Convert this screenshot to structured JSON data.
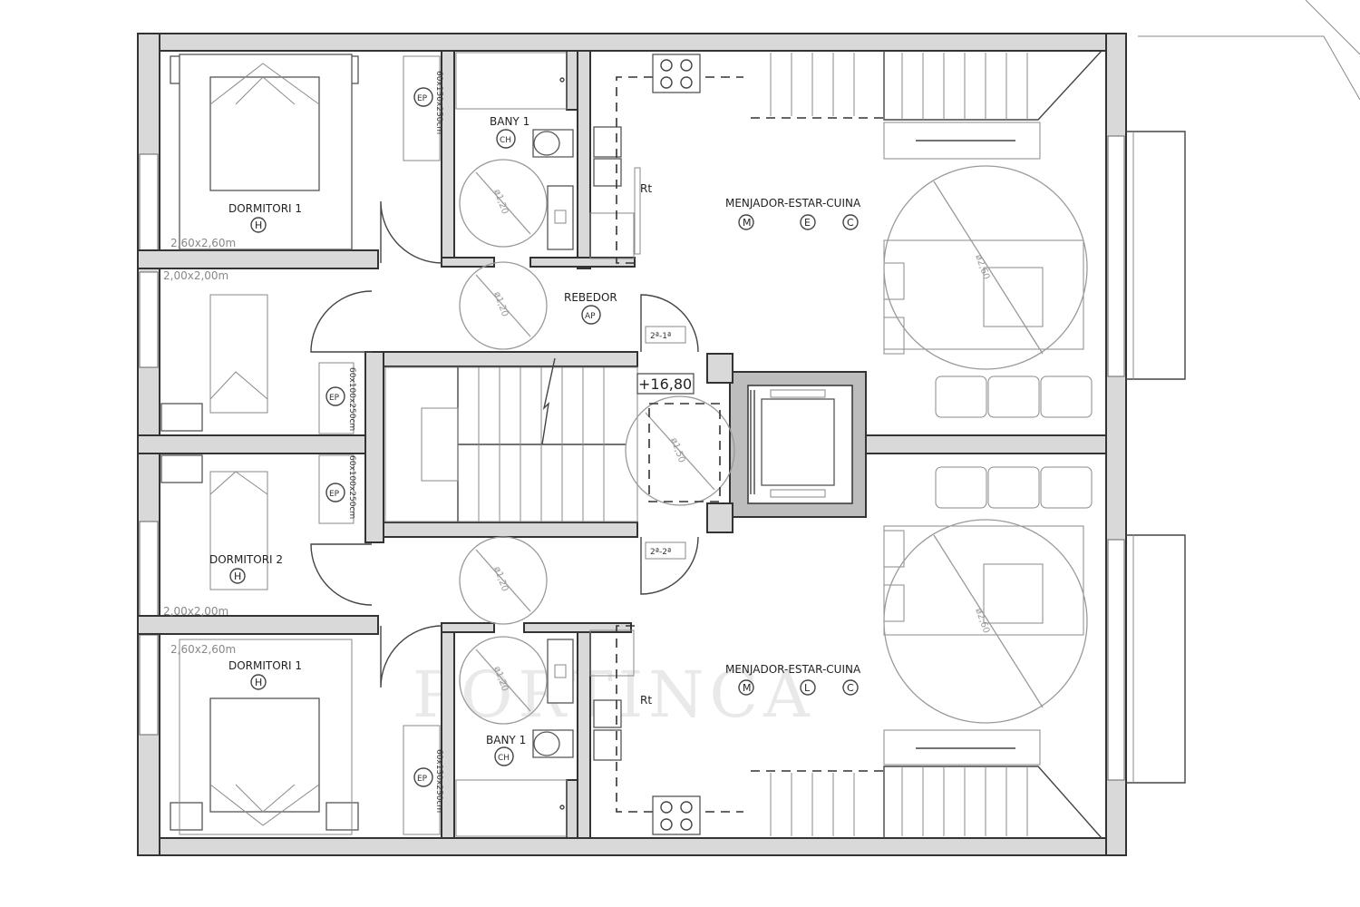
{
  "rooms": {
    "dormitori1_top": "DORMITORI 1",
    "dormitori1_top_code": "H",
    "dormitori1_top_size": "2,60x2,60m",
    "dormitori2_top_size": "2,00x2,00m",
    "dormitori2": "DORMITORI 2",
    "dormitori2_code": "H",
    "dormitori2_size": "2,00x2,00m",
    "dormitori1_bottom": "DORMITORI 1",
    "dormitori1_bottom_code": "H",
    "dormitori1_bottom_size": "2,60x2,60m",
    "bany_top": "BANY 1",
    "bany_top_code": "CH",
    "bany_bottom": "BANY 1",
    "bany_bottom_code": "CH",
    "rebedor": "REBEDOR",
    "rebedor_code": "AP",
    "living_top": "MENJADOR-ESTAR-CUINA",
    "living_top_codes": [
      "M",
      "E",
      "C"
    ],
    "living_bottom": "MENJADOR-ESTAR-CUINA",
    "living_bottom_codes": [
      "M",
      "L",
      "C"
    ]
  },
  "closets": {
    "code": "EP",
    "size_large": "60x150x250cm",
    "size_small": "60x100x250cm"
  },
  "markers": {
    "rt_top": "Rt",
    "rt_bottom": "Rt",
    "level": "+16,80",
    "door_top": "2ª-1ª",
    "door_bottom": "2ª-2ª"
  },
  "diameters": {
    "d120": "ø1,20",
    "d150": "ø1,50",
    "d260": "ø2,60"
  },
  "watermark": "PORTINCA"
}
